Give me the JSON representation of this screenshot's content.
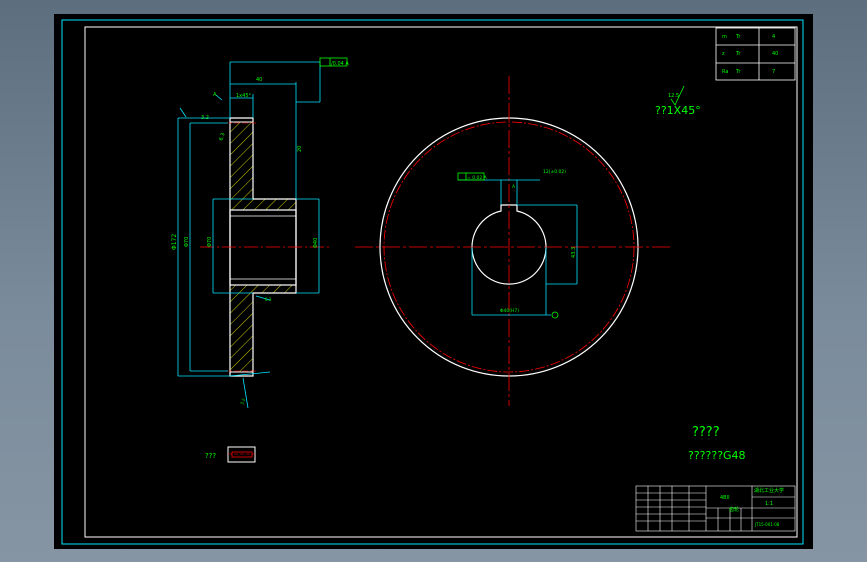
{
  "colors": {
    "frame": "#00e5ff",
    "part": "#ffffff",
    "dimension": "#00ff00",
    "centerline": "#ff0000",
    "hatch": "#ffff00",
    "background": "#000000"
  },
  "side_view": {
    "datum_label": "A",
    "tolerance_frame": "/0.04 A",
    "dim_outer": "Φ172",
    "dim_bore": "Φ40",
    "dim_hub": "Φ70",
    "dim_width": "20",
    "dim_hub_len": "40",
    "chamfer_note": "1x45°",
    "roughness_1": "3.2",
    "roughness_2": "6.3"
  },
  "detail_label": "???",
  "front_view": {
    "tolerance_frame": "= 0.02 A",
    "keyway_width": "12(±0.02)",
    "keyway_depth": "43.3",
    "bore_dim": "Φ40(H7)"
  },
  "params_table": {
    "rows": [
      [
        "m",
        "Tr",
        "4"
      ],
      [
        "z",
        "Tr",
        "40"
      ],
      [
        "Ra",
        "Tr",
        "7"
      ]
    ]
  },
  "roughness_note": {
    "value": "12.5",
    "chamfer": "??1X45°"
  },
  "notes": {
    "title": "????",
    "material": "??????G48"
  },
  "title_block": {
    "part_name": "齿轮",
    "drawing_no": "4BII",
    "company": "湖北工业大学",
    "scale": "1:1",
    "code": "JT15-001-08"
  }
}
